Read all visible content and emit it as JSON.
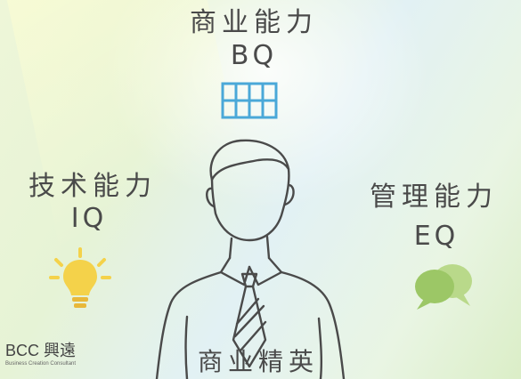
{
  "labels": {
    "top_zh": "商业能力",
    "top_en": "BQ",
    "left_zh": "技术能力",
    "left_en": "IQ",
    "right_zh": "管理能力",
    "right_en": "EQ",
    "bottom_caption": "商业精英"
  },
  "logo": {
    "main": "BCC 興遠",
    "sub": "Business Creation Consultant"
  },
  "icons": {
    "top": "calendar-grid-icon",
    "left": "light-bulb-icon",
    "right": "speech-bubbles-icon",
    "center": "businessman-figure"
  },
  "colors": {
    "ink": "#4a4a4a",
    "bulb": "#f4d24a",
    "bubbles": "#9cc766",
    "grid": "#4aa8d8"
  }
}
